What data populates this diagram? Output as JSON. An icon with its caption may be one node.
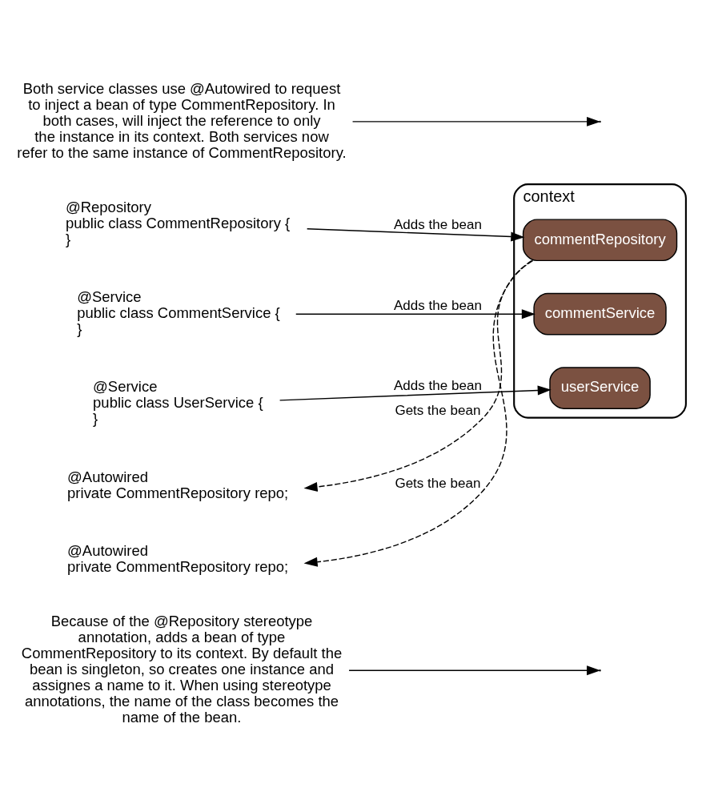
{
  "diagram": {
    "nodes": [
      {
        "text": [
          "Because of the @Repository stereotype annotation, adds a bean of type CommentRepository to its context. By default the bean is singleton, so creates one instance and assignes a name to it. When using stereotype annotations, the name of the class becomes the name of the bean."
        ]
      },
      {
        "text": [
          "@Repository",
          "public class CommentRepository {",
          "}"
        ]
      },
      {
        "text": [
          "@Service",
          "public class CommentService {",
          "}"
        ]
      },
      {
        "text": [
          "@Autowired",
          "private CommentRepository repo;"
        ]
      },
      {
        "text": [
          "@Service",
          "public class UserService {",
          "}"
        ]
      },
      {
        "text": [
          "@Autowired",
          "private CommentRepository repo;"
        ]
      },
      {
        "text": [
          "context"
        ]
      },
      {
        "text": [
          "commentRepository"
        ],
        "in": 6
      },
      {
        "text": [
          "commentService"
        ],
        "in": 6
      },
      {
        "text": [
          "userService"
        ],
        "in": 6
      },
      {
        "text": [
          "Both service classes use @Autowired to request to inject a bean of type CommentRepository. In both cases, will inject the reference to only the instance in its context. Both services now refer to the same instance of CommentRepository."
        ]
      }
    ],
    "edges": [
      {
        "from": 1,
        "to": 7,
        "arrow": "to",
        "label": "Adds the bean"
      },
      {
        "from": 2,
        "to": 8,
        "arrow": "to",
        "label": "Adds the bean"
      },
      {
        "from": 4,
        "to": 9,
        "arrow": "to",
        "label": "Adds the bean"
      },
      {
        "from": 7,
        "to": 3,
        "arrow": "to",
        "label": "Gets the bean",
        "style": "dashed"
      },
      {
        "from": 7,
        "to": 5,
        "arrow": "to",
        "label": "Gets the bean",
        "style": "dashed"
      },
      {
        "from": 0,
        "to": null,
        "arrow": "to"
      },
      {
        "from": 10,
        "to": null,
        "arrow": "to"
      }
    ]
  }
}
